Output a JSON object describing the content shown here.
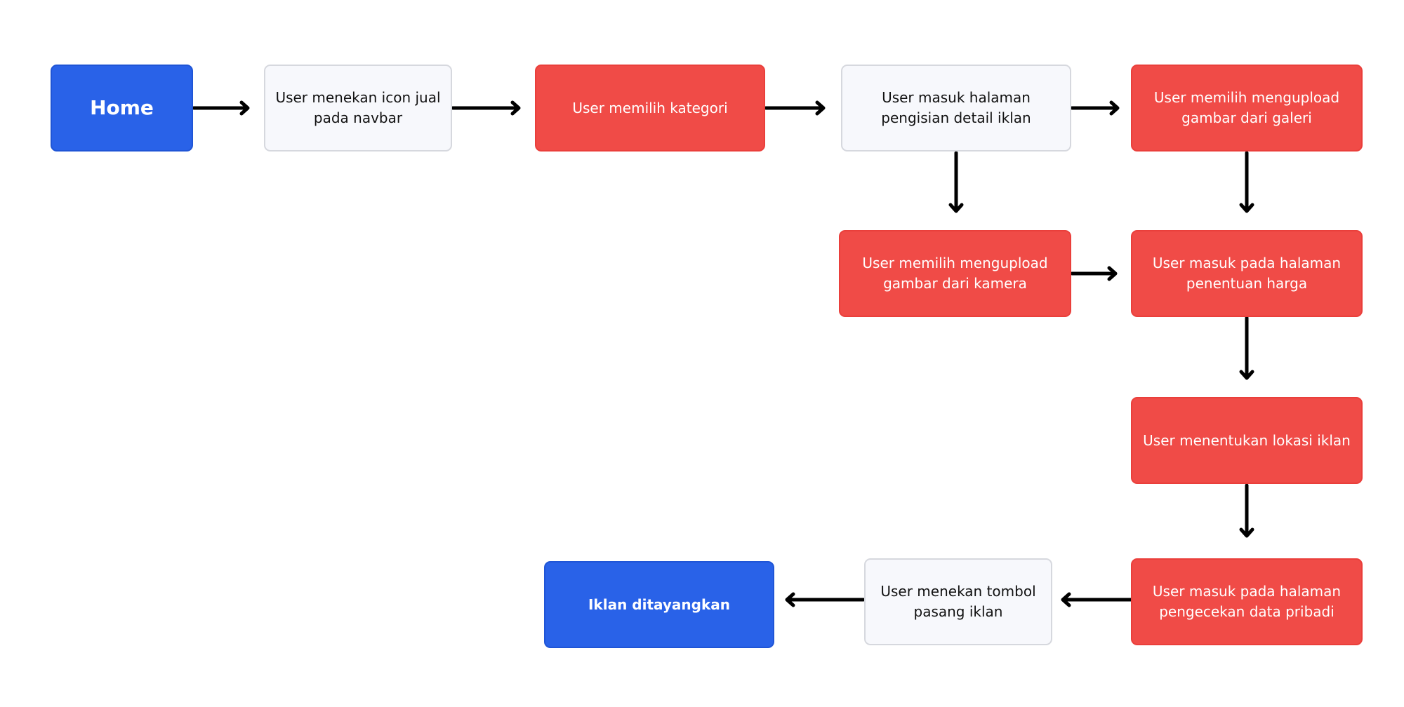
{
  "nodes": {
    "home": "Home",
    "tap_sell_icon": "User menekan icon jual pada navbar",
    "choose_category": "User memilih kategori",
    "ad_detail_page": "User masuk halaman pengisian detail iklan",
    "upload_gallery": "User memilih mengupload gambar dari galeri",
    "upload_camera": "User memilih mengupload gambar dari kamera",
    "price_page": "User masuk pada halaman penentuan harga",
    "set_location": "User menentukan lokasi iklan",
    "personal_data_page": "User masuk pada halaman pengecekan data pribadi",
    "tap_post_button": "User menekan tombol pasang iklan",
    "ad_published": "Iklan ditayangkan"
  },
  "colors": {
    "terminal": "#2962e8",
    "step_light": "#f7f8fc",
    "step_red": "#f04b47",
    "connector": "#000000"
  }
}
